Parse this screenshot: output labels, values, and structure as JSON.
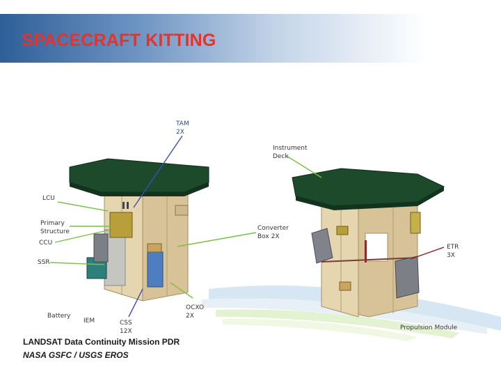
{
  "slide": {
    "title": "SPACECRAFT KITTING",
    "footer_line1": "LANDSAT Data Continuity Mission PDR",
    "footer_line2": "NASA GSFC / USGS EROS"
  },
  "labels": {
    "tam": [
      "TAM",
      "2X"
    ],
    "instrument_deck": [
      "Instrument",
      "Deck"
    ],
    "lcu": [
      "LCU"
    ],
    "primary_structure": [
      "Primary",
      "Structure"
    ],
    "converter_box": [
      "Converter",
      "Box 2X"
    ],
    "ccu": [
      "CCU"
    ],
    "etr": [
      "ETR",
      "3X"
    ],
    "ssr": [
      "SSR"
    ],
    "ocxo": [
      "OCXO",
      "2X"
    ],
    "battery": [
      "Battery"
    ],
    "iem": [
      "IEM"
    ],
    "css": [
      "CSS",
      "12X"
    ],
    "propulsion_module": [
      "Propulsion Module"
    ]
  },
  "colors": {
    "title": "#e6322a",
    "deck": "#1e4a2c",
    "structure": "#d9c49a",
    "leader_green": "#7ac143",
    "leader_blue": "#3b4fb8",
    "leader_red": "#9b1b1b"
  }
}
